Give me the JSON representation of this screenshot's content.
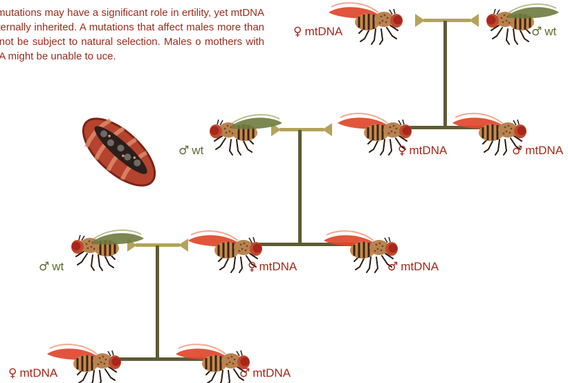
{
  "intro_text": "DNA mutations may have a significant role in ertility, yet mtDNA is maternally inherited. A mutations that affect males more than s will not be subject to natural selection. Males o mothers with mtDNA might be unable to uce.",
  "colors": {
    "line": "#5e5a33",
    "mating_bar": "#b3a35a",
    "mutant_wing": "#e0462b",
    "wt_wing": "#6f7a3e",
    "label_red": "#a3281a",
    "label_green": "#5c6b2e"
  },
  "icons": {
    "fly": "fruit-fly-icon",
    "mitochondrion": "mitochondrion-icon",
    "female": "female-symbol",
    "male": "male-symbol"
  },
  "symbols": {
    "female": "♀",
    "male": "♂"
  },
  "generations": [
    {
      "mother": {
        "symbol": "♀",
        "label": "mtDNA"
      },
      "father": {
        "symbol": "♂",
        "label": "wt"
      },
      "offspring": [
        {
          "symbol": "♀",
          "label": "mtDNA"
        },
        {
          "symbol": "♂",
          "label": "mtDNA"
        }
      ]
    },
    {
      "father": {
        "symbol": "♂",
        "label": "wt"
      },
      "offspring": [
        {
          "symbol": "♀",
          "label": "mtDNA"
        },
        {
          "symbol": "♂",
          "label": "mtDNA"
        }
      ]
    },
    {
      "father": {
        "symbol": "♂",
        "label": "wt"
      },
      "offspring": [
        {
          "symbol": "♀",
          "label": "mtDNA"
        },
        {
          "symbol": "♂",
          "label": "mtDNA"
        }
      ]
    }
  ]
}
